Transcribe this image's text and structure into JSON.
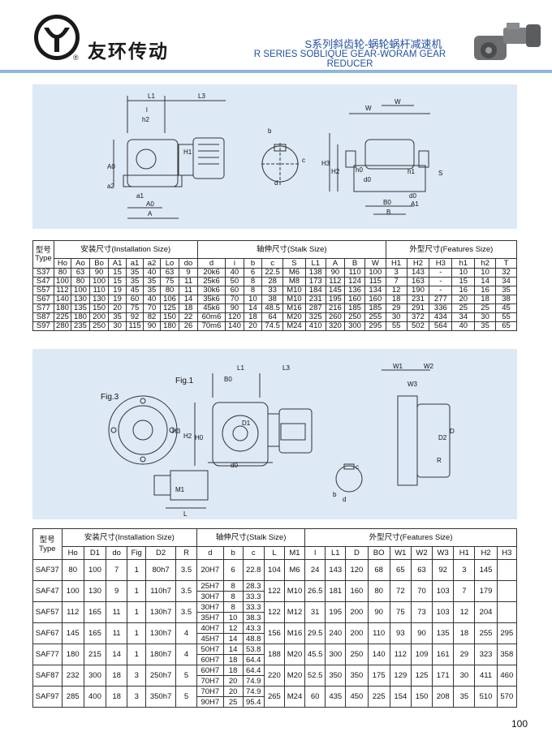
{
  "brand": {
    "logo_inner_text": "友环",
    "name_cn": "友环传动",
    "registered": "®"
  },
  "header": {
    "title_cn": "S系列斜齿轮-蜗轮蜗杆减速机",
    "title_en": "R SERIES SOBLIQUE GEAR-WORAM GEAR REDUCER"
  },
  "diagram1": {
    "labels": [
      "L1",
      "L3",
      "l",
      "h2",
      "H1",
      "A0",
      "a2",
      "a1",
      "A0",
      "A",
      "W",
      "W",
      "b",
      "c",
      "d",
      "H3",
      "H2",
      "h0",
      "d0",
      "h1",
      "A1",
      "B0",
      "B",
      "S"
    ]
  },
  "table1": {
    "type_label_cn": "型号",
    "type_label_en": "Type",
    "groups": [
      "安装尺寸(Installation Size)",
      "轴伸尺寸(Stalk Size)",
      "外型尺寸(Features Size)"
    ],
    "columns": [
      "Ho",
      "Ao",
      "Bo",
      "A1",
      "a1",
      "a2",
      "Lo",
      "do",
      "d",
      "i",
      "b",
      "c",
      "S",
      "L1",
      "A",
      "B",
      "W",
      "H1",
      "H2",
      "H3",
      "h1",
      "h2",
      "T"
    ],
    "rows": [
      [
        "S37",
        "80",
        "63",
        "90",
        "15",
        "35",
        "40",
        "63",
        "9",
        "20k6",
        "40",
        "6",
        "22.5",
        "M6",
        "138",
        "90",
        "110",
        "100",
        "3",
        "143",
        "-",
        "10",
        "10",
        "32"
      ],
      [
        "S47",
        "100",
        "80",
        "100",
        "15",
        "35",
        "35",
        "75",
        "11",
        "25k6",
        "50",
        "8",
        "28",
        "M8",
        "173",
        "112",
        "124",
        "115",
        "7",
        "163",
        "-",
        "15",
        "14",
        "34"
      ],
      [
        "S57",
        "112",
        "100",
        "110",
        "19",
        "45",
        "35",
        "80",
        "11",
        "30k6",
        "60",
        "8",
        "33",
        "M10",
        "184",
        "145",
        "136",
        "134",
        "12",
        "190",
        "-",
        "16",
        "16",
        "35"
      ],
      [
        "S67",
        "140",
        "130",
        "130",
        "19",
        "60",
        "40",
        "106",
        "14",
        "35k6",
        "70",
        "10",
        "38",
        "M10",
        "231",
        "195",
        "160",
        "160",
        "18",
        "231",
        "277",
        "20",
        "18",
        "38"
      ],
      [
        "S77",
        "180",
        "135",
        "150",
        "20",
        "75",
        "70",
        "125",
        "18",
        "45k6",
        "90",
        "14",
        "48.5",
        "M16",
        "287",
        "216",
        "185",
        "185",
        "29",
        "291",
        "336",
        "25",
        "25",
        "45"
      ],
      [
        "S87",
        "225",
        "180",
        "200",
        "35",
        "92",
        "82",
        "150",
        "22",
        "60m6",
        "120",
        "18",
        "64",
        "M20",
        "325",
        "260",
        "250",
        "255",
        "30",
        "372",
        "434",
        "34",
        "30",
        "55"
      ],
      [
        "S97",
        "280",
        "235",
        "250",
        "30",
        "115",
        "90",
        "180",
        "26",
        "70m6",
        "140",
        "20",
        "74.5",
        "M24",
        "410",
        "320",
        "300",
        "295",
        "55",
        "502",
        "564",
        "40",
        "35",
        "65"
      ]
    ]
  },
  "diagram2": {
    "labels": [
      "Fig.1",
      "Fig.3",
      "L1",
      "L3",
      "B0",
      "H3",
      "H2",
      "H0",
      "D1",
      "d0",
      "M1",
      "L",
      "W1",
      "W3",
      "W2",
      "D2",
      "D",
      "R",
      "b",
      "c",
      "d"
    ]
  },
  "table2": {
    "type_label_cn": "型号",
    "type_label_en": "Type",
    "groups": [
      "安装尺寸(Installation Size)",
      "轴伸尺寸(Stalk Size)",
      "外型尺寸(Features Size)"
    ],
    "columns": [
      "Ho",
      "D1",
      "do",
      "Fig",
      "D2",
      "R",
      "d",
      "b",
      "c",
      "L",
      "M1",
      "l",
      "L1",
      "D",
      "BO",
      "W1",
      "W2",
      "W3",
      "H1",
      "H2",
      "H3"
    ],
    "rows": [
      {
        "type": "SAF37",
        "install": [
          "80",
          "100",
          "7",
          "1",
          "80h7",
          "3.5"
        ],
        "shafts": [
          [
            "20H7",
            "6",
            "22.8"
          ]
        ],
        "L": "104",
        "M1": "M6",
        "feat": [
          "24",
          "143",
          "120",
          "68",
          "65",
          "63",
          "92",
          "3",
          "145",
          ""
        ]
      },
      {
        "type": "SAF47",
        "install": [
          "100",
          "130",
          "9",
          "1",
          "110h7",
          "3.5"
        ],
        "shafts": [
          [
            "25H7",
            "8",
            "28.3"
          ],
          [
            "30H7",
            "8",
            "33.3"
          ]
        ],
        "L": "122",
        "M1": "M10",
        "feat": [
          "26.5",
          "181",
          "160",
          "80",
          "72",
          "70",
          "103",
          "7",
          "179",
          ""
        ]
      },
      {
        "type": "SAF57",
        "install": [
          "112",
          "165",
          "11",
          "1",
          "130h7",
          "3.5"
        ],
        "shafts": [
          [
            "30H7",
            "8",
            "33.3"
          ],
          [
            "35H7",
            "10",
            "38.3"
          ]
        ],
        "L": "122",
        "M1": "M12",
        "feat": [
          "31",
          "195",
          "200",
          "90",
          "75",
          "73",
          "103",
          "12",
          "204",
          ""
        ]
      },
      {
        "type": "SAF67",
        "install": [
          "145",
          "165",
          "11",
          "1",
          "130h7",
          "4"
        ],
        "shafts": [
          [
            "40H7",
            "12",
            "43.3"
          ],
          [
            "45H7",
            "14",
            "48.8"
          ]
        ],
        "L": "156",
        "M1": "M16",
        "feat": [
          "29.5",
          "240",
          "200",
          "110",
          "93",
          "90",
          "135",
          "18",
          "255",
          "295"
        ]
      },
      {
        "type": "SAF77",
        "install": [
          "180",
          "215",
          "14",
          "1",
          "180h7",
          "4"
        ],
        "shafts": [
          [
            "50H7",
            "14",
            "53.8"
          ],
          [
            "60H7",
            "18",
            "64.4"
          ]
        ],
        "L": "188",
        "M1": "M20",
        "feat": [
          "45.5",
          "300",
          "250",
          "140",
          "112",
          "109",
          "161",
          "29",
          "323",
          "358"
        ]
      },
      {
        "type": "SAF87",
        "install": [
          "232",
          "300",
          "18",
          "3",
          "250h7",
          "5"
        ],
        "shafts": [
          [
            "60H7",
            "18",
            "64.4"
          ],
          [
            "70H7",
            "20",
            "74.9"
          ]
        ],
        "L": "220",
        "M1": "M20",
        "feat": [
          "52.5",
          "350",
          "350",
          "175",
          "129",
          "125",
          "171",
          "30",
          "411",
          "460"
        ]
      },
      {
        "type": "SAF97",
        "install": [
          "285",
          "400",
          "18",
          "3",
          "350h7",
          "5"
        ],
        "shafts": [
          [
            "70H7",
            "20",
            "74.9"
          ],
          [
            "90H7",
            "25",
            "95.4"
          ]
        ],
        "L": "265",
        "M1": "M24",
        "feat": [
          "60",
          "435",
          "450",
          "225",
          "154",
          "150",
          "208",
          "35",
          "510",
          "570"
        ]
      }
    ]
  },
  "page_number": "100"
}
